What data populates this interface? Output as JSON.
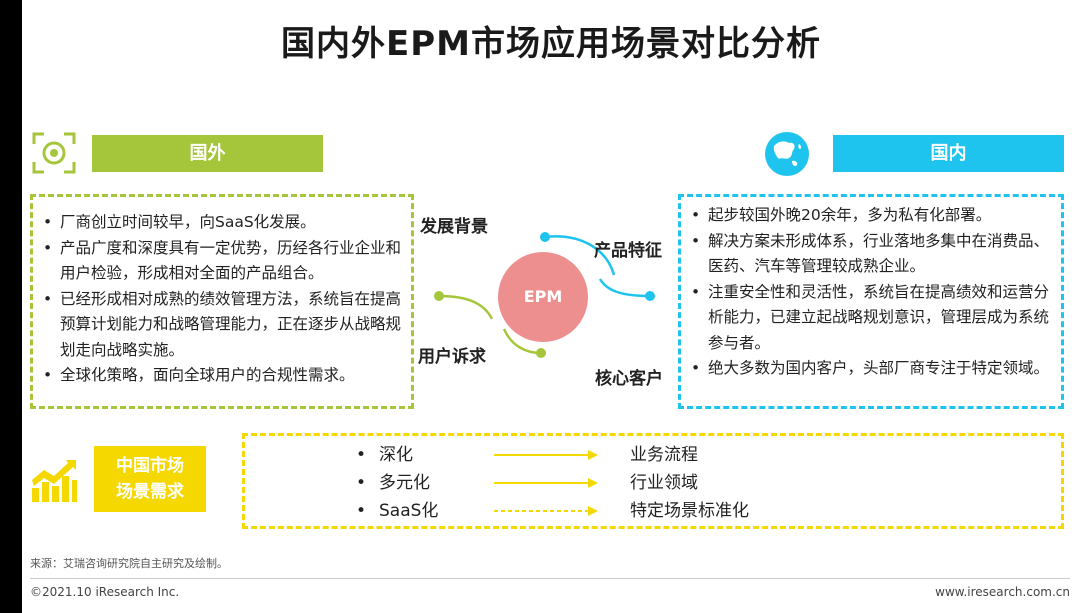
{
  "title": "国内外EPM市场应用场景对比分析",
  "overseas": {
    "label": "国外",
    "points": [
      "厂商创立时间较早，向SaaS化发展。",
      "产品广度和深度具有一定优势，历经各行业企业和用户检验，形成相对全面的产品组合。",
      "已经形成相对成熟的绩效管理方法，系统旨在提高预算计划能力和战略管理能力，正在逐步从战略规划走向战略实施。",
      "全球化策略，面向全球用户的合规性需求。"
    ]
  },
  "domestic": {
    "label": "国内",
    "points": [
      "起步较国外晚20余年，多为私有化部署。",
      "解决方案未形成体系，行业落地多集中在消费品、医药、汽车等管理较成熟企业。",
      "注重安全性和灵活性，系统旨在提高绩效和运营分析能力，已建立起战略规划意识，管理层成为系统参与者。",
      "绝大多数为国内客户，头部厂商专注于特定领域。"
    ]
  },
  "center": {
    "label": "EPM",
    "dimensions": [
      "发展背景",
      "产品特征",
      "用户诉求",
      "核心客户"
    ]
  },
  "market": {
    "label_line1": "中国市场",
    "label_line2": "场景需求",
    "rows": [
      {
        "left": "深化",
        "right": "业务流程",
        "arrow": "solid"
      },
      {
        "left": "多元化",
        "right": "行业领域",
        "arrow": "solid"
      },
      {
        "left": "SaaS化",
        "right": "特定场景标准化",
        "arrow": "dashed"
      }
    ]
  },
  "footer": {
    "source": "来源：艾瑞咨询研究院自主研究及绘制。",
    "copyright": "©2021.10 iResearch Inc.",
    "url": "www.iresearch.com.cn"
  },
  "colors": {
    "green": "#a5c63b",
    "blue": "#1fc4ee",
    "yellow": "#f5d800",
    "pink": "#ee8f8f"
  }
}
